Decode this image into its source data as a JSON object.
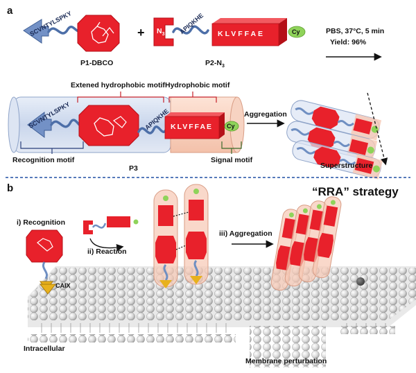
{
  "panel_a": {
    "letter": "a",
    "seq_p1": "SCVNTYLSPKY",
    "seq_p2": "APIQKHE",
    "seq_core": "KLVFFAE",
    "cy": "Cy",
    "n3": "N",
    "n3_sub": "3",
    "plus": "+",
    "p1_label": "P1-DBCO",
    "p2_label": "P2-N",
    "p2_label_sub": "3",
    "cond_line1": "PBS, 37°C, 5 min",
    "cond_line2": "Yield: 96%",
    "ext_motif": "Extened hydrophobic motif",
    "hyd_motif": "Hydrophobic motif",
    "aggregation": "Aggregation",
    "recognition_motif": "Recognition motif",
    "p3_label": "P3",
    "signal_motif": "Signal motif",
    "superstructure": "Superstructure"
  },
  "panel_b": {
    "letter": "b",
    "strategy": "“RRA” strategy",
    "step1": "i) Recognition",
    "step2": "ii) Reaction",
    "step3": "iii)  Aggregation",
    "caix": "CAIX",
    "intracellular": "Intracellular",
    "membrane": "Membrane perturbation"
  },
  "colors": {
    "red": "#e8212b",
    "blue_arrow": "#6f8fc2",
    "peach": "#f6c8b4",
    "green": "#8fd35a",
    "divider": "#1f4fa3"
  }
}
